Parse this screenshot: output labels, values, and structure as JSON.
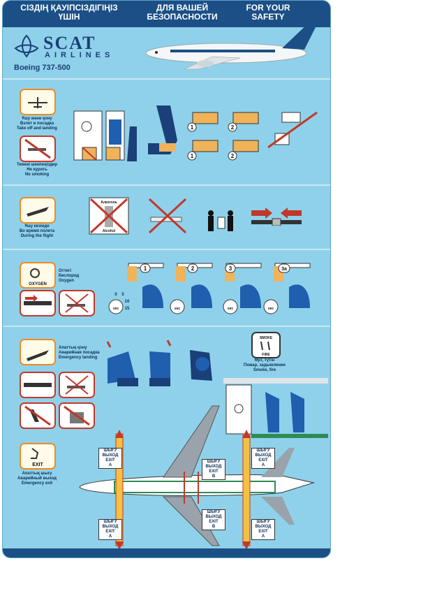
{
  "header": {
    "kazakh": "СІЗДІҢ ҚАУІПСІЗДІГІҢІЗ ҮШІН",
    "russian": "ДЛЯ ВАШЕЙ БЕЗОПАСНОСТИ",
    "english": "FOR YOUR SAFETY"
  },
  "brand": {
    "logo_name": "SCAT",
    "logo_sub": "AIRLINES",
    "aircraft_model": "Boeing 737-500"
  },
  "takeoff_landing": {
    "label_kz": "Ұшу және қону",
    "label_ru": "Взлет и посадка",
    "label_en": "Take off and landing",
    "steps": [
      "1",
      "2",
      "1",
      "2"
    ]
  },
  "no_smoking": {
    "label_kz": "Темекі шекпеңіздер",
    "label_ru": "Не курить",
    "label_en": "No smoking"
  },
  "during_flight": {
    "label_kz": "Ұшу кезінде",
    "label_ru": "Во время полета",
    "label_en": "During the flight",
    "alcohol_ru": "Алкоголь",
    "alcohol_en": "Alcohol"
  },
  "oxygen": {
    "icon_text": "OXYGEN",
    "label_kz": "Оттегі",
    "label_ru": "Кислород",
    "label_en": "Oxygen",
    "steps": [
      "1",
      "2",
      "3",
      "3a"
    ],
    "timer_unit": "sec",
    "timer_ticks": [
      "0",
      "5",
      "10",
      "15"
    ]
  },
  "emergency_landing": {
    "label_kz": "Апаттық қону",
    "label_ru": "Аварийная посадка",
    "label_en": "Emergency landing"
  },
  "smoke_fire": {
    "icon_top": "SMOKE",
    "icon_bottom": "FIRE",
    "label_kz": "Өрт, түтін",
    "label_ru": "Пожар, задымление",
    "label_en": "Smoke, fire"
  },
  "emergency_exit": {
    "icon_text": "EXIT",
    "label_kz": "Апаттық шығу",
    "label_ru": "Аварийный выход",
    "label_en": "Emergency exit",
    "exits": [
      {
        "kz": "ШЫҒУ",
        "ru": "ВЫХОД",
        "en": "EXIT",
        "letter": "A"
      },
      {
        "kz": "ШЫҒУ",
        "ru": "ВЫХОД",
        "en": "EXIT",
        "letter": "B"
      },
      {
        "kz": "ШЫҒУ",
        "ru": "ВЫХОД",
        "en": "EXIT",
        "letter": "A"
      },
      {
        "kz": "ШЫҒУ",
        "ru": "ВЫХОД",
        "en": "EXIT",
        "letter": "A"
      },
      {
        "kz": "ШЫҒУ",
        "ru": "ВЫХОД",
        "en": "EXIT",
        "letter": "B"
      },
      {
        "kz": "ШЫҒУ",
        "ru": "ВЫХОД",
        "en": "EXIT",
        "letter": "A"
      }
    ]
  },
  "colors": {
    "card_bg": "#8fd1ea",
    "header_bg": "#1b4f86",
    "icon_border_orange": "#ef8b25",
    "prohibit_red": "#c0392b",
    "passenger_blue": "#1f5fae"
  }
}
